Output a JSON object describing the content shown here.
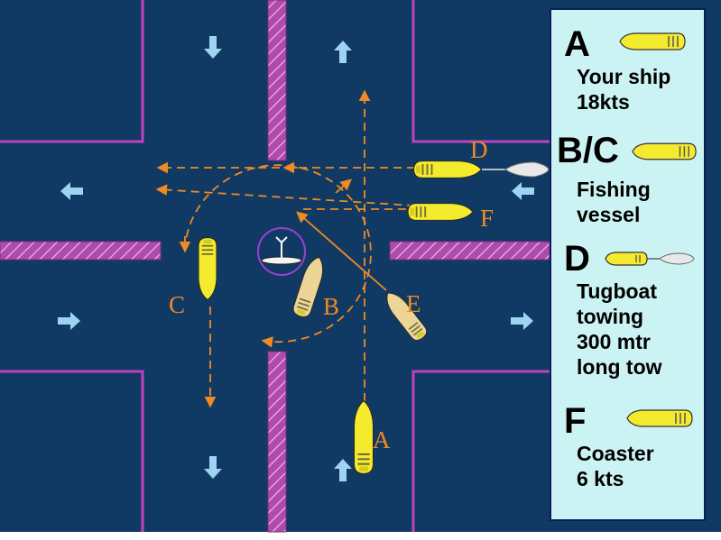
{
  "colors": {
    "water": "#103a63",
    "lane_border": "#c040c0",
    "separation_zone": "#b04aac",
    "traffic_arrow": "#9fd3f2",
    "track": "#f08a24",
    "ship_yellow": "#f4ea2e",
    "ship_beige": "#ecd596",
    "tow": "#e8e8e8",
    "legend_bg": "#ccf3f3"
  },
  "vessel_labels": {
    "a": "A",
    "b": "B",
    "c": "C",
    "d": "D",
    "e": "E",
    "f": "F"
  },
  "legend": {
    "a": {
      "letter": "A",
      "text": "Your ship\n18kts",
      "icon": "yellow-ship-icon"
    },
    "bc": {
      "letter": "B/C",
      "text": "Fishing\nvessel",
      "icon": "yellow-ship-icon"
    },
    "d": {
      "letter": "D",
      "text": "Tugboat\ntowing\n300 mtr\nlong tow",
      "icon": "tug-with-tow-icon"
    },
    "f": {
      "letter": "F",
      "text": "Coaster\n6 kts",
      "icon": "yellow-ship-icon"
    }
  },
  "icons": {
    "traffic_flow": "pale-blue-arrow-icon",
    "buoy": "buoy-icon"
  }
}
